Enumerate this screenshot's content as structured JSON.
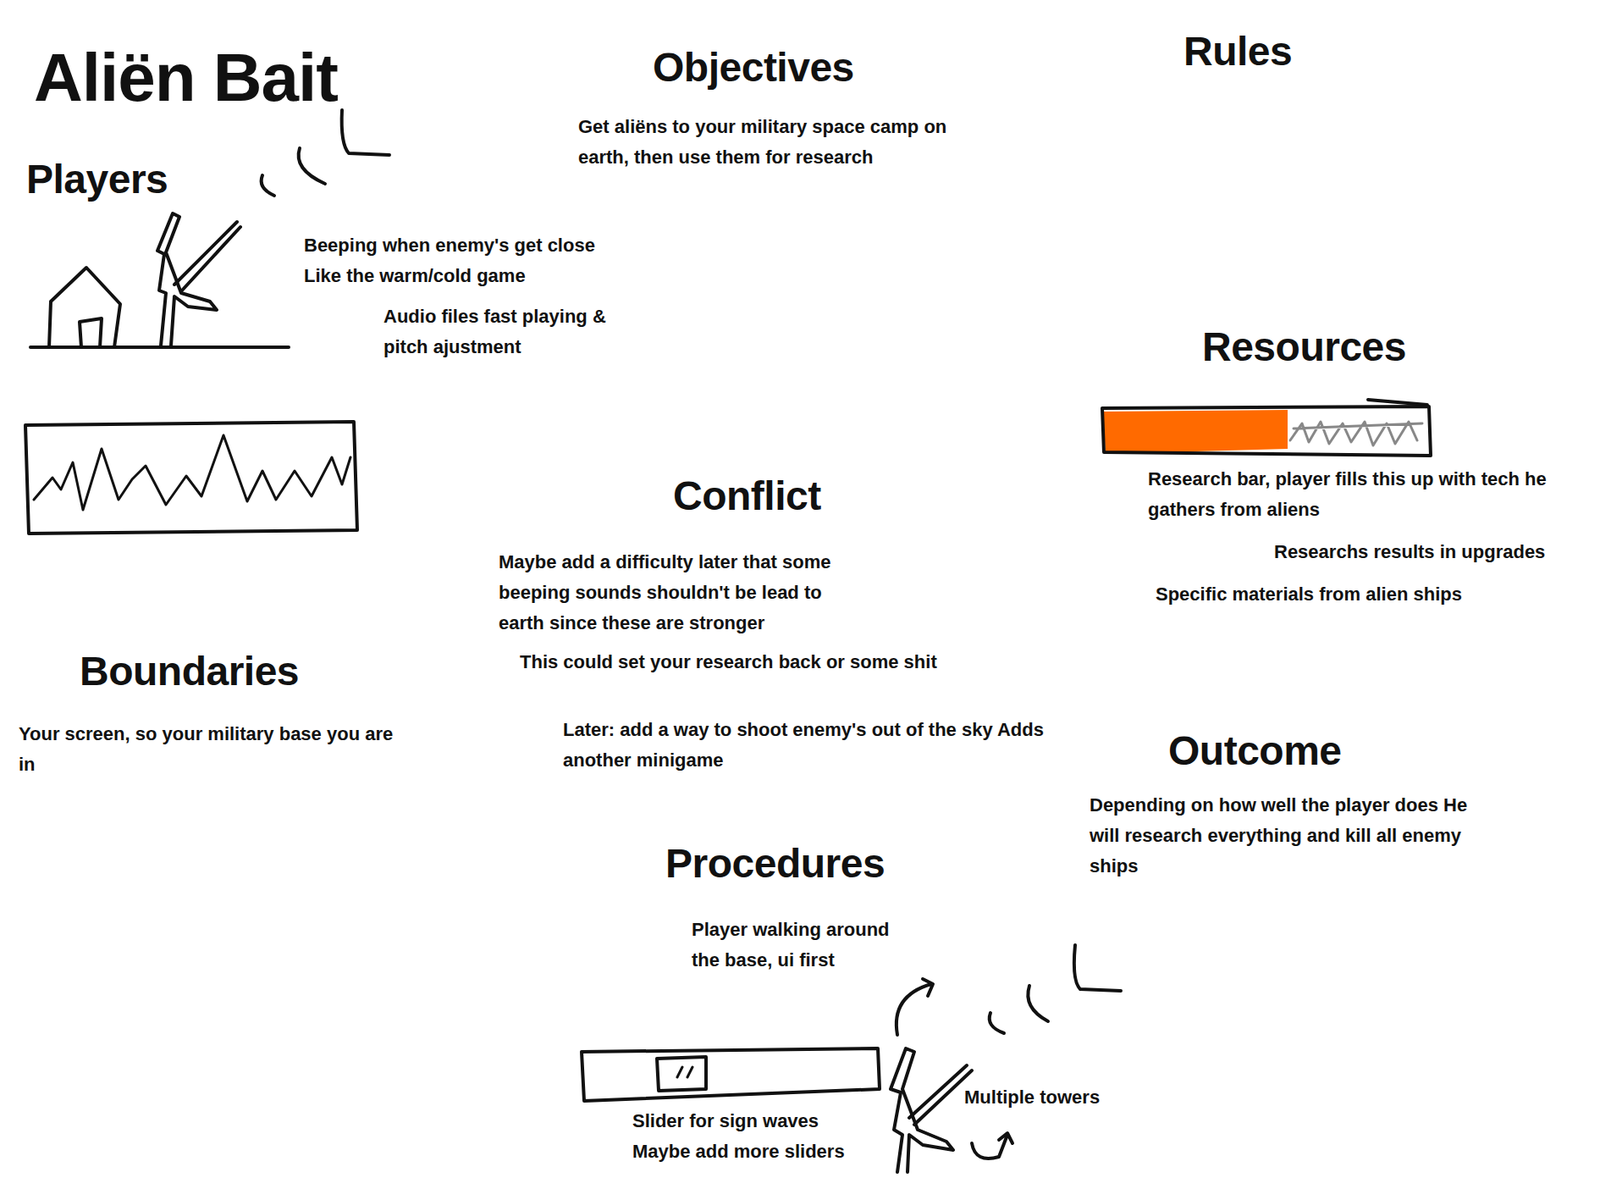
{
  "diagram": {
    "title": "Aliën Bait",
    "labels": [
      "Players",
      "Objectives",
      "Get aliëns to your military space camp on earth, then use them for research",
      "Rules",
      "Beeping when enemy's get close Like the warm/cold game",
      "Audio files fast playing & pitch ajustment",
      "Resources",
      "Research bar, player fills this up with tech he gathers from aliens",
      "Researchs results in upgrades",
      "Conflict",
      "Maybe add a difficulty later that some beeping sounds shouldn't be lead to earth since these are stronger",
      "Specific materials from alien ships",
      "This could set your research back or some shit",
      "Boundaries",
      "Later: add a way to shoot enemy's out of the sky Adds another minigame",
      "Your screen, so your military base you are in",
      "Outcome",
      "Depending on how well the player does He will research everything and kill all enemy ships",
      "Procedures",
      "Player walking around the base, ui first",
      "Multiple towers",
      "Slider for sign waves Maybe add more sliders"
    ]
  }
}
